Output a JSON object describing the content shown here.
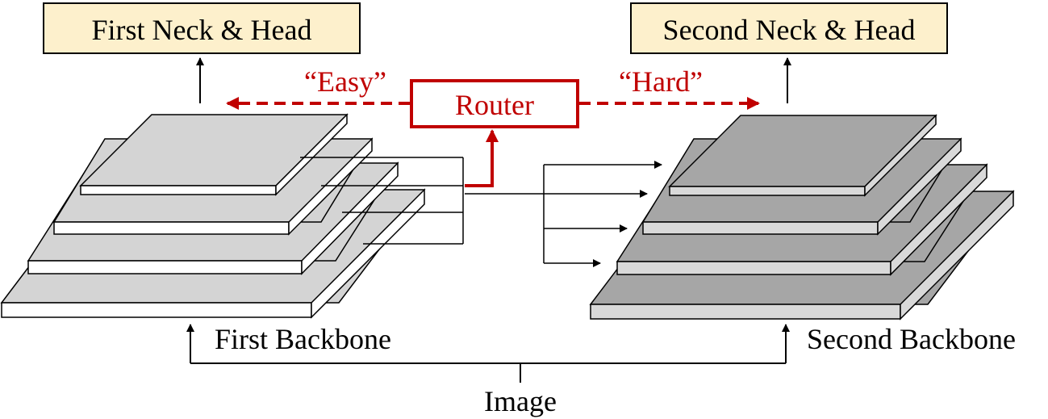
{
  "heads": {
    "first": "First Neck & Head",
    "second": "Second Neck & Head"
  },
  "router": {
    "label": "Router",
    "easy": "“Easy”",
    "hard": "“Hard”"
  },
  "backbones": {
    "first": "First Backbone",
    "second": "Second Backbone"
  },
  "input": {
    "label": "Image"
  },
  "colors": {
    "router_red": "#c00000",
    "head_box_fill": "#fdf0cc",
    "first_backbone_top": "#d4d4d4",
    "second_backbone_top": "#a6a6a6"
  }
}
